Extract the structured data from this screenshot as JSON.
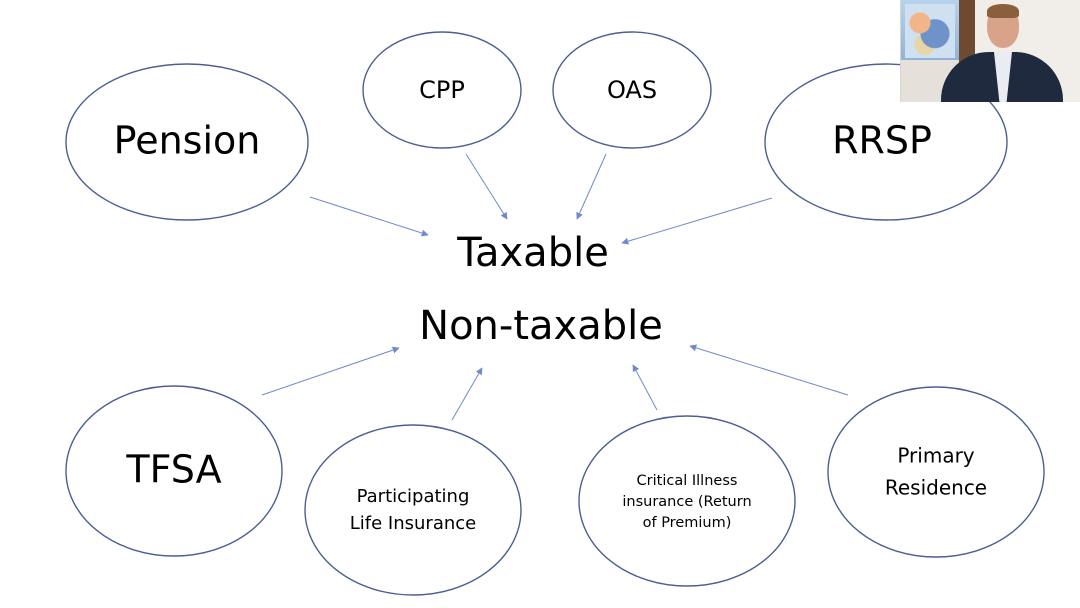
{
  "diagram": {
    "center": {
      "taxable": "Taxable",
      "non_taxable": "Non-taxable"
    },
    "taxable_sources": [
      {
        "label": "Pension"
      },
      {
        "label": "CPP"
      },
      {
        "label": "OAS"
      },
      {
        "label": "RRSP"
      }
    ],
    "non_taxable_sources": [
      {
        "label": "TFSA"
      },
      {
        "lines": [
          "Participating",
          "Life Insurance"
        ]
      },
      {
        "lines": [
          "Critical Illness",
          "insurance (Return",
          "of Premium)"
        ]
      },
      {
        "lines": [
          "Primary",
          "Residence"
        ]
      }
    ]
  },
  "colors": {
    "ellipse_stroke": "#4a5f95",
    "arrow": "#6f8ac8",
    "text": "#000000"
  }
}
